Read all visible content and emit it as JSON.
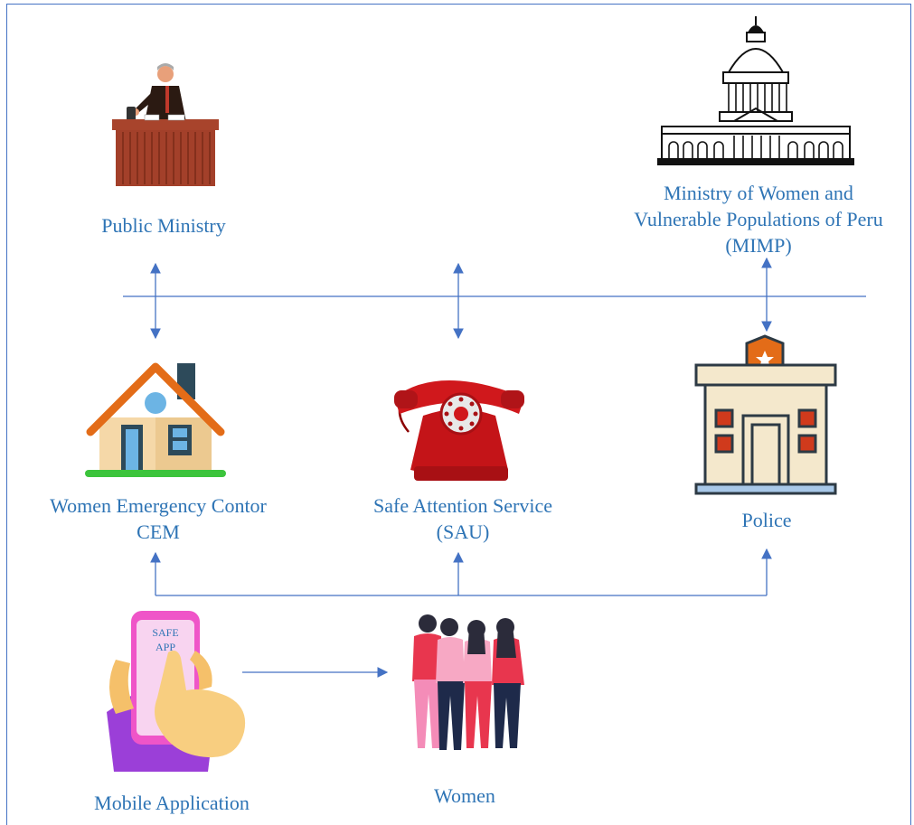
{
  "nodes": {
    "public_ministry": {
      "label": [
        "Public Ministry"
      ]
    },
    "mimp": {
      "label": [
        "Ministry of Women and",
        "Vulnerable Populations of Peru",
        "(MIMP)"
      ]
    },
    "cem": {
      "label": [
        "Women Emergency Contor",
        "CEM"
      ]
    },
    "sau": {
      "label": [
        "Safe Attention Service",
        "(SAU)"
      ]
    },
    "police": {
      "label": [
        "Police"
      ]
    },
    "mobile_app": {
      "label": [
        "Mobile Application"
      ],
      "screen_text": [
        "SAFE",
        "APP"
      ]
    },
    "women": {
      "label": [
        "Women"
      ]
    }
  },
  "colors": {
    "connector": "#4472c4",
    "label": "#2e74b5",
    "border": "#4472c4"
  }
}
